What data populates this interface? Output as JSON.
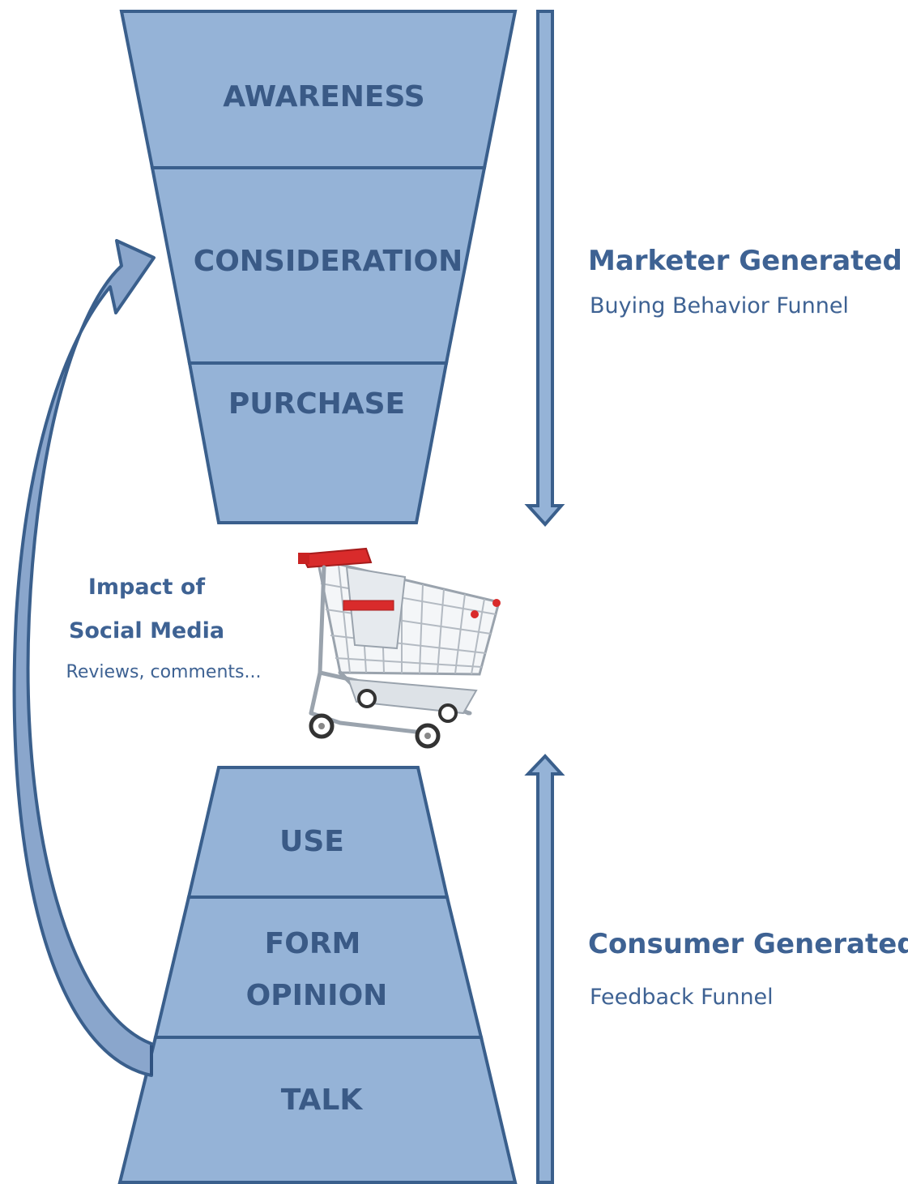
{
  "top_funnel": {
    "stages": [
      "AWARENESS",
      "CONSIDERATION",
      "PURCHASE"
    ]
  },
  "bottom_funnel": {
    "stages": [
      "USE",
      "FORM",
      "OPINION",
      "TALK"
    ]
  },
  "marketer": {
    "title": "Marketer Generated",
    "subtitle": "Buying Behavior Funnel"
  },
  "consumer": {
    "title": "Consumer Generated",
    "subtitle": "Feedback Funnel"
  },
  "impact": {
    "line1": "Impact of",
    "line2": "Social Media",
    "line3": "Reviews, comments..."
  },
  "colors": {
    "funnel_fill": "#95b3d7",
    "funnel_stroke": "#3a5f8c",
    "text": "#3e6293",
    "cart_red": "#d92b2b"
  },
  "icons": [
    "shopping-cart-icon",
    "down-arrow-icon",
    "up-arrow-icon",
    "curved-feedback-arrow-icon"
  ]
}
